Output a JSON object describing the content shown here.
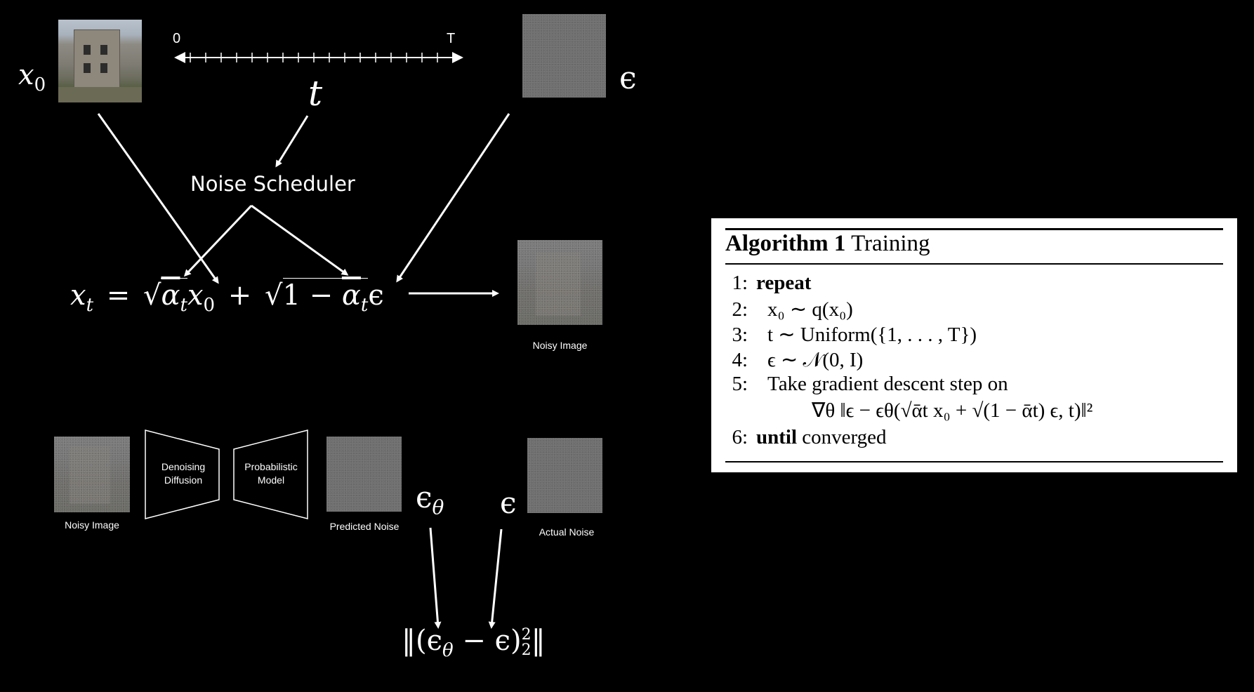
{
  "top": {
    "x0_label": "x",
    "x0_sub": "0",
    "timeline_start": "0",
    "timeline_end": "T",
    "t_label": "t",
    "epsilon_label": "ϵ",
    "noise_scheduler": "Noise Scheduler",
    "formula": {
      "lhs": "x",
      "lhs_sub": "t",
      "eq": "=",
      "alpha": "α",
      "sub_t": "t",
      "x": "x",
      "sub_0": "0",
      "plus": "+",
      "one_minus": "1 −",
      "eps": "ϵ"
    },
    "noisy_caption": "Noisy Image"
  },
  "bottom": {
    "noisy_caption": "Noisy Image",
    "encoder_label": "Denoising Diffusion",
    "decoder_label": "Probabilistic Model",
    "predicted_caption": "Predicted Noise",
    "actual_caption": "Actual Noise",
    "eps_theta": "ϵ",
    "theta": "θ",
    "eps": "ϵ",
    "loss": {
      "open": "‖(ϵ",
      "theta": "θ",
      "minus": " − ϵ)",
      "sup": "2",
      "sub": "2",
      "close": "‖"
    }
  },
  "algorithm": {
    "title_bold": "Algorithm 1",
    "title_rest": "Training",
    "lines": [
      {
        "num": "1:",
        "bold": "repeat",
        "text": ""
      },
      {
        "num": "2:",
        "bold": "",
        "text": "x₀ ∼ q(x₀)"
      },
      {
        "num": "3:",
        "bold": "",
        "text": "t ∼ Uniform({1, . . . , T})"
      },
      {
        "num": "4:",
        "bold": "",
        "text": "ϵ ∼ 𝒩(0, I)"
      },
      {
        "num": "5:",
        "bold": "",
        "text": "Take gradient descent step on"
      },
      {
        "num": "",
        "bold": "",
        "text": "∇θ ‖ϵ − ϵθ(√ᾱt x₀ + √(1 − ᾱt) ϵ, t)‖²"
      },
      {
        "num": "6:",
        "bold": "until",
        "text": " converged"
      }
    ]
  }
}
